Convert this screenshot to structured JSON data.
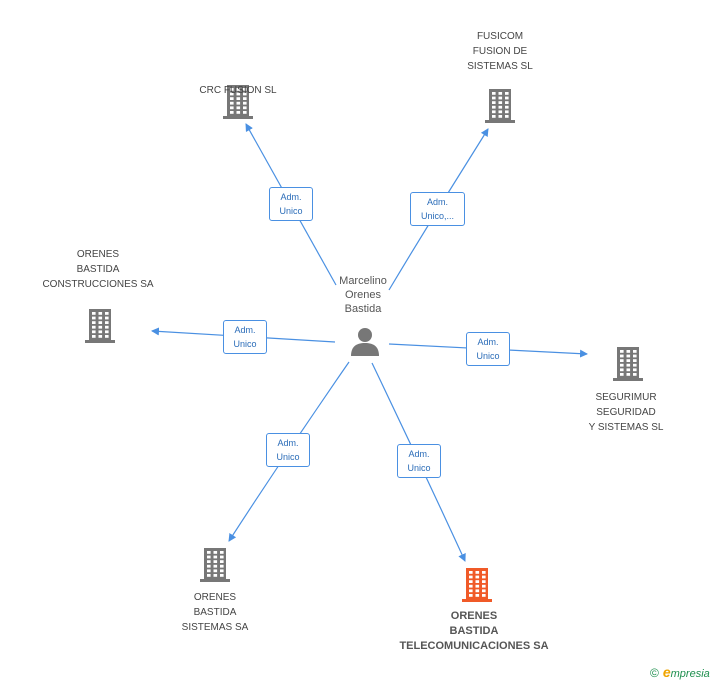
{
  "center": {
    "name": "Marcelino\nOrenes\nBastida",
    "icon": "person-icon"
  },
  "companies": [
    {
      "id": "crc",
      "name": "CRC FUSION  SL",
      "icon": "building-icon",
      "color": "#777777"
    },
    {
      "id": "fusicom",
      "name": "FUSICOM\nFUSION DE\nSISTEMAS SL",
      "icon": "building-icon",
      "color": "#777777"
    },
    {
      "id": "orenes-construcciones",
      "name": "ORENES\nBASTIDA\nCONSTRUCCIONES SA",
      "icon": "building-icon",
      "color": "#777777"
    },
    {
      "id": "segurimur",
      "name": "SEGURIMUR\nSEGURIDAD\nY SISTEMAS  SL",
      "icon": "building-icon",
      "color": "#777777"
    },
    {
      "id": "orenes-sistemas",
      "name": "ORENES\nBASTIDA\nSISTEMAS SA",
      "icon": "building-icon",
      "color": "#777777"
    },
    {
      "id": "orenes-telecom",
      "name": "ORENES\nBASTIDA\nTELECOMUNICACIONES SA",
      "icon": "building-icon",
      "color": "#f05a28",
      "focus": true
    }
  ],
  "relations": [
    {
      "to": "crc",
      "label": "Adm.\nUnico"
    },
    {
      "to": "fusicom",
      "label": "Adm.\nUnico,..."
    },
    {
      "to": "orenes-construcciones",
      "label": "Adm.\nUnico"
    },
    {
      "to": "segurimur",
      "label": "Adm.\nUnico"
    },
    {
      "to": "orenes-sistemas",
      "label": "Adm.\nUnico"
    },
    {
      "to": "orenes-telecom",
      "label": "Adm.\nUnico"
    }
  ],
  "colors": {
    "edge": "#4a90e2",
    "person": "#777777"
  },
  "brand": {
    "copyright": "©",
    "name": "mpresia",
    "initial": "e"
  }
}
